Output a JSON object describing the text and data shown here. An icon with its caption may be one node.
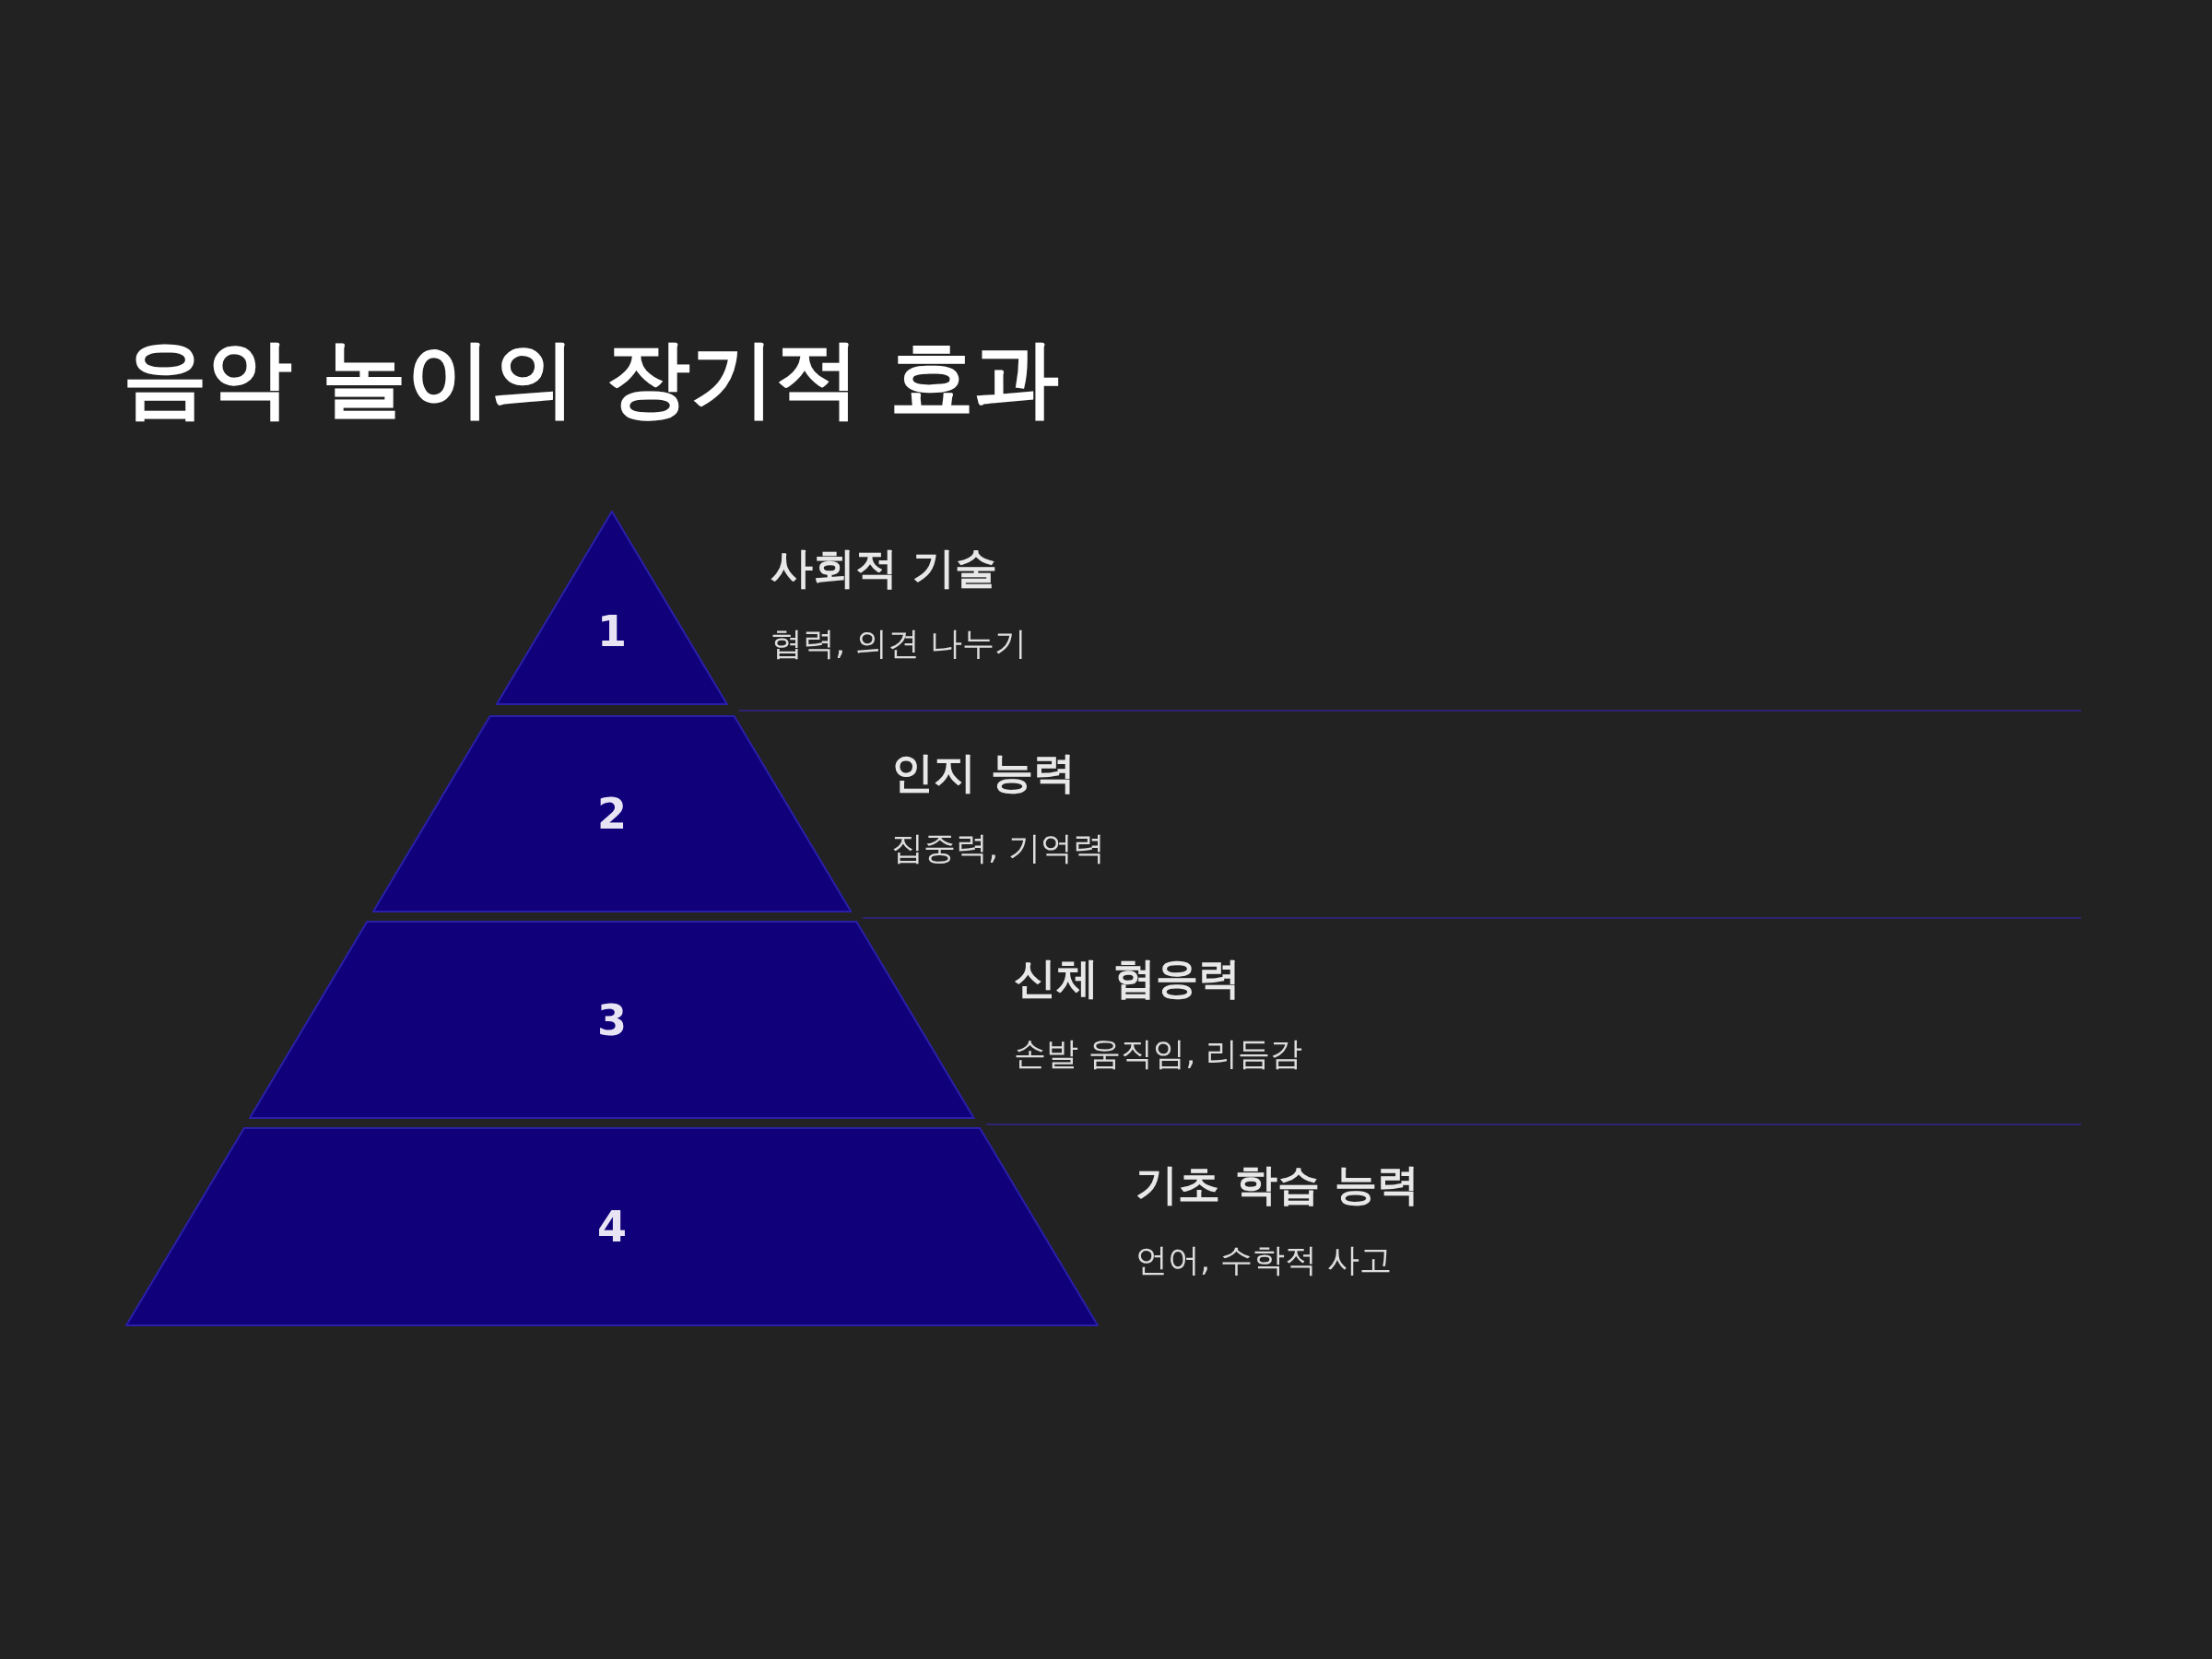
{
  "diagram": {
    "title": "음악 놀이의 장기적 효과",
    "nodes": [
      {
        "text": [
          "1"
        ],
        "beside": [
          "사회적 기술",
          "협력, 의견 나누기"
        ]
      },
      {
        "text": [
          "2"
        ],
        "beside": [
          "인지 능력",
          "집중력, 기억력"
        ]
      },
      {
        "text": [
          "3"
        ],
        "beside": [
          "신체 협응력",
          "손발 움직임, 리듬감"
        ]
      },
      {
        "text": [
          "4"
        ],
        "beside": [
          "기초 학습 능력",
          "언어, 수학적 사고"
        ]
      }
    ]
  }
}
